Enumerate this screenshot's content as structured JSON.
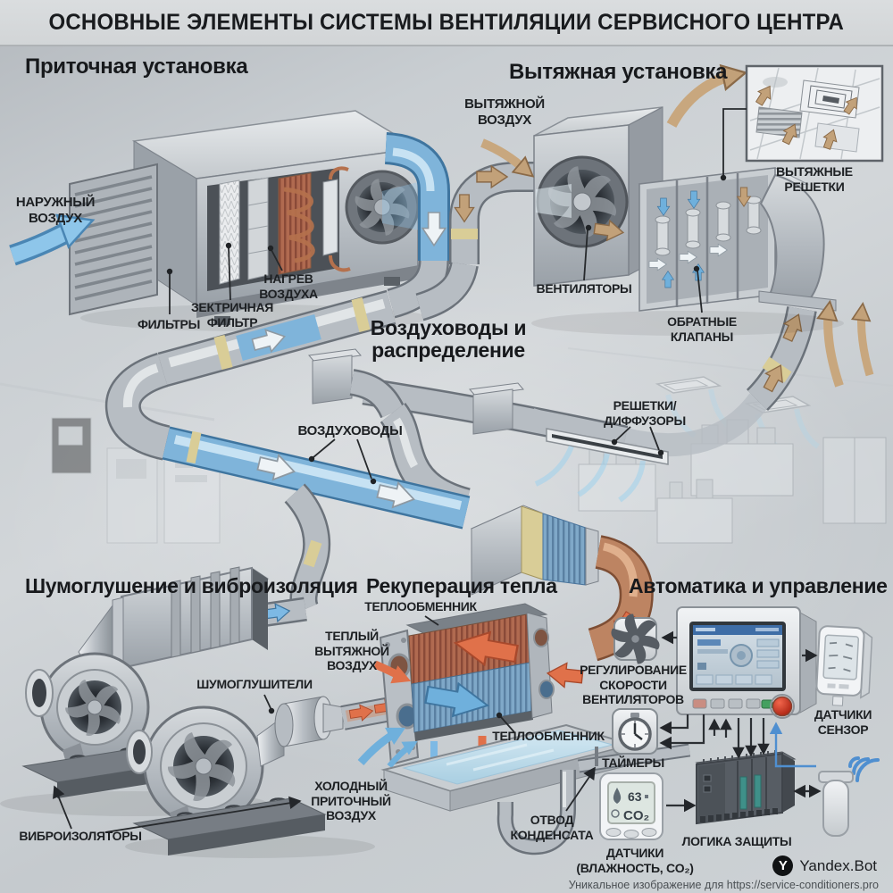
{
  "page": {
    "title": "ОСНОВНЫЕ ЭЛЕМЕНТЫ СИСТЕМЫ ВЕНТИЛЯЦИИ СЕРВИСНОГО ЦЕНТРА"
  },
  "sections": {
    "supply": "Приточная установка",
    "exhaust": "Вытяжная установка",
    "ducts": "Воздуховоды и\nраспределение",
    "noise": "Шумоглушение и виброизоляция",
    "recovery": "Рекуперация тепла",
    "automation": "Автоматика и управление"
  },
  "labels": {
    "outdoor_air": "НАРУЖНЫЙ\nВОЗДУХ",
    "filters": "ФИЛЬТРЫ",
    "electric_filter": "ЗЕКТРИЧНАЯ\nФИЛЬТР",
    "air_heating": "НАГРЕВ\nВОЗДУХА",
    "exhaust_air": "ВЫТЯЖНОЙ\nВОЗДУХ",
    "fans": "ВЕНТИЛЯТОРЫ",
    "check_valves": "ОБРАТНЫЕ\nКЛАПАНЫ",
    "exhaust_grilles": "ВЫТЯЖНЫЕ РЕШЕТКИ",
    "air_ducts": "ВОЗДУХОВОДЫ",
    "grilles_diffusers": "РЕШЕТКИ/\nДИФФУЗОРЫ",
    "silencers": "ШУМОГЛУШИТЕЛИ",
    "vibration_isolators": "ВИБРОИЗОЛЯТОРЫ",
    "heat_exchanger_top": "ТЕПЛООБМЕННИК",
    "warm_exhaust_air": "ТЕПЛЫЙ\nВЫТЯЖНОЙ\nВОЗДУХ",
    "heat_exchanger_side": "ТЕПЛООБМЕННИК",
    "cold_supply_air": "ХОЛОДНЫЙ\nПРИТОЧНЫЙ\nВОЗДУХ",
    "condensate_drain": "ОТВОД\nКОНДЕНСАТА",
    "fan_speed_control": "РЕГУЛИРОВАНИЕ\nСКОРОСТИ\nВЕНТИЛЯТОРОВ",
    "timers": "ТАЙМЕРЫ",
    "sensors_humidity_co2": "ДАТЧИКИ\n(ВЛАЖНОСТЬ, CO₂)",
    "protection_logic": "ЛОГИКА ЗАЩИТЫ",
    "sensor_wall": "ДАТЧИКИ\nСЕНЗОР"
  },
  "devices": {
    "humidity_display": "63",
    "co2_display": "CO₂"
  },
  "footer": {
    "brand": "Yandex.Bot",
    "brand_initial": "Y",
    "note": "Уникальное изображение для https://service-conditioners.pro"
  },
  "colors": {
    "supply_air": "#7db9e4",
    "exhaust_air": "#c2a179",
    "warm_air": "#e0714a",
    "cold_air": "#6fb0dc",
    "alarm_button": "#cf3320"
  }
}
